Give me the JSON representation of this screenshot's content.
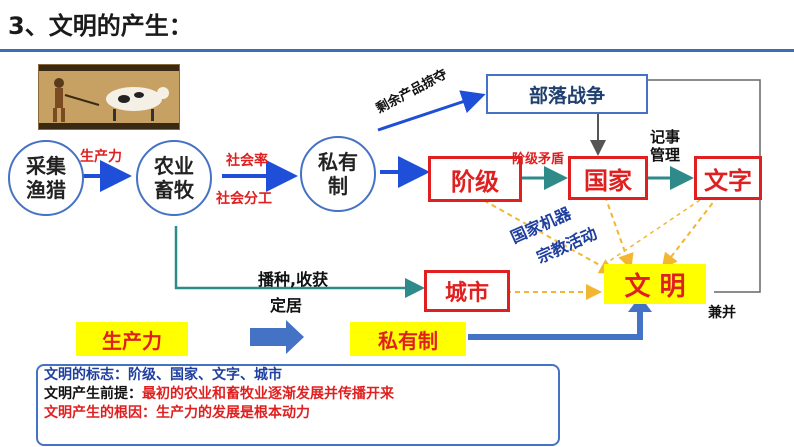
{
  "title": "3、文明的产生：",
  "nodes": {
    "gathering": [
      "采集",
      "渔猎"
    ],
    "agriculture": [
      "农业",
      "畜牧"
    ],
    "private": [
      "私有",
      "制"
    ],
    "class": "阶级",
    "state": "国家",
    "writing": "文字",
    "city": "城市",
    "civilization": "文 明",
    "tribal_war": "部落战争"
  },
  "labels": {
    "productivity": "生产力",
    "social_rate": "社会率",
    "division": "社会分工",
    "surplus": "剩余产品掠夺",
    "class_conflict": "阶级矛盾",
    "record": [
      "记事",
      "管理"
    ],
    "state_machine": "国家机器",
    "religion": "宗教活动",
    "sowing": "播种,收获",
    "settle": "定居",
    "annex": "兼并"
  },
  "bottom_row": {
    "productivity": "生产力",
    "private_system": "私有制"
  },
  "summary": [
    {
      "text": "文明的标志：阶级、国家、文字、城市",
      "color": "#1f3f9f"
    },
    {
      "text": "文明产生前提：最初的农业和畜牧业逐渐发展并传播开来",
      "color": "#e02020",
      "prefix": "文明产生前提：",
      "prefix_color": "#111111"
    },
    {
      "text": "文明产生的根因：生产力的发展是根本动力",
      "color": "#e02020"
    }
  ],
  "colors": {
    "accent_blue": "#4472c4",
    "red": "#e02020",
    "yellow": "#ffff00",
    "arrow_blue": "#1f4fd8",
    "dashed_yellow": "#f2b632"
  }
}
